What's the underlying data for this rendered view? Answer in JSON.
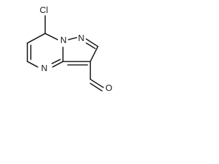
{
  "molecule": {
    "atoms": {
      "chlorine": "Cl",
      "bridgehead_nitrogen": "N",
      "pyrazole_nitrogen": "N",
      "pyrimidine_nitrogen": "N",
      "aldehyde_oxygen": "O"
    }
  },
  "colors": {
    "bond": "#1a1a1a",
    "background": "#ffffff"
  }
}
